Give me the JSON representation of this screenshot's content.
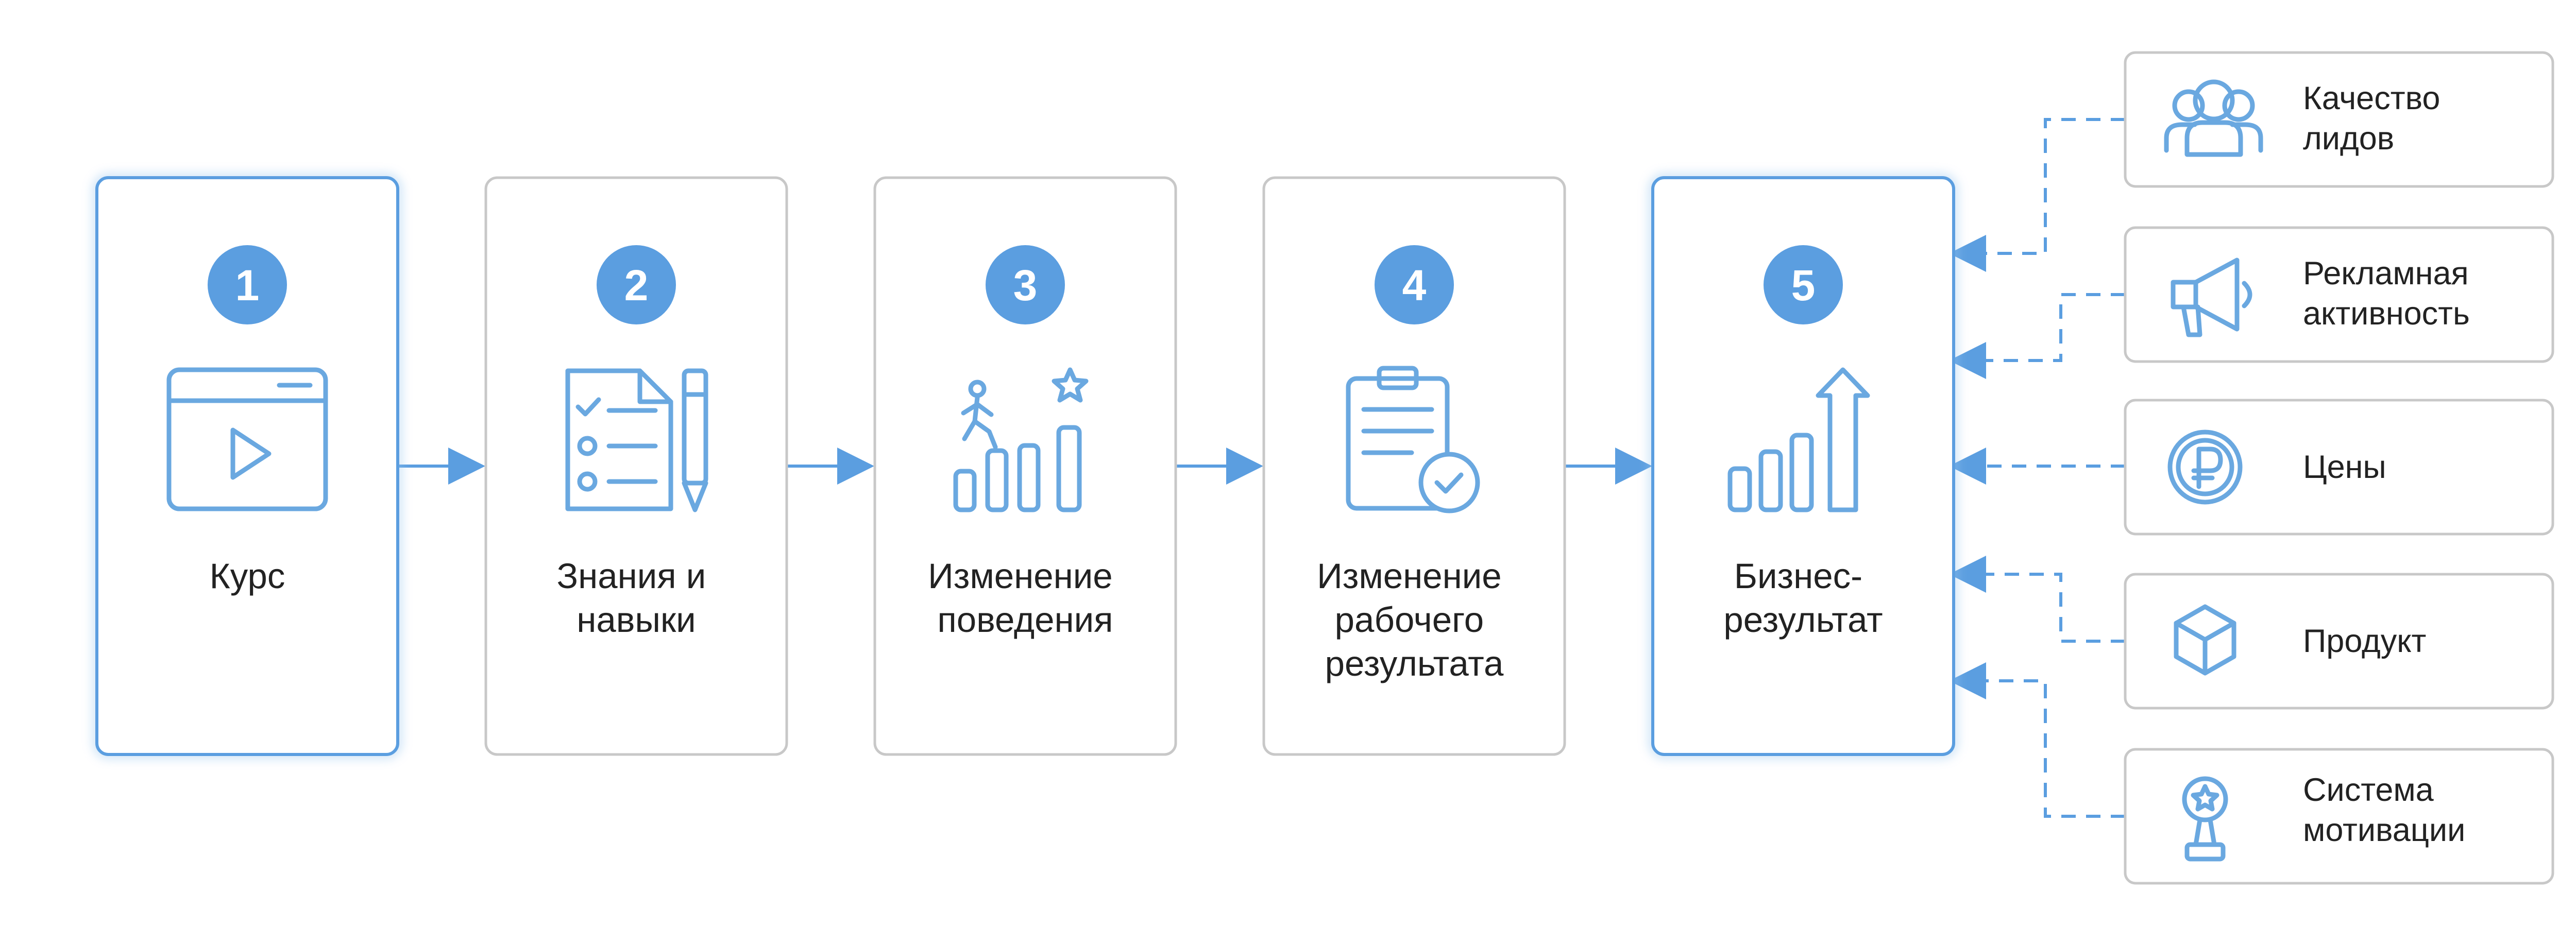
{
  "colors": {
    "accent": "#5b9ee0",
    "icon": "#6aa8e0",
    "card_border": "#c8c8c8",
    "text": "#222222"
  },
  "stages": [
    {
      "number": "1",
      "lines": [
        "Курс"
      ],
      "icon": "video-player-icon",
      "highlighted": true
    },
    {
      "number": "2",
      "lines": [
        "Знания и",
        "навыки"
      ],
      "icon": "checklist-pencil-icon",
      "highlighted": false
    },
    {
      "number": "3",
      "lines": [
        "Изменение",
        "поведения"
      ],
      "icon": "climbing-steps-icon",
      "highlighted": false
    },
    {
      "number": "4",
      "lines": [
        "Изменение",
        "рабочего",
        "результата"
      ],
      "icon": "clipboard-check-icon",
      "highlighted": false
    },
    {
      "number": "5",
      "lines": [
        "Бизнес-",
        "результат"
      ],
      "icon": "growth-chart-icon",
      "highlighted": true
    }
  ],
  "factors": [
    {
      "lines": [
        "Качество",
        "лидов"
      ],
      "icon": "people-group-icon"
    },
    {
      "lines": [
        "Рекламная",
        "активность"
      ],
      "icon": "megaphone-icon"
    },
    {
      "lines": [
        "Цены"
      ],
      "icon": "ruble-coin-icon"
    },
    {
      "lines": [
        "Продукт"
      ],
      "icon": "cube-icon"
    },
    {
      "lines": [
        "Система",
        "мотивации"
      ],
      "icon": "award-trophy-icon"
    }
  ]
}
